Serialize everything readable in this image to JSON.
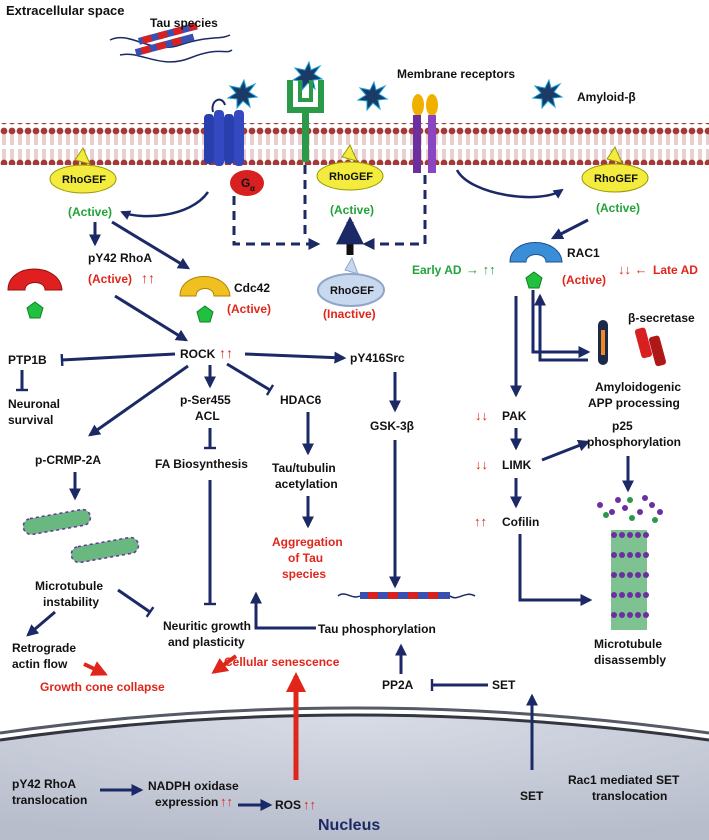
{
  "header": {
    "title": "Extracellular space"
  },
  "membrane": {
    "tau_species": "Tau species",
    "receptors": "Membrane receptors",
    "amyloid": "Amyloid-β",
    "g_alpha": "G",
    "g_alpha_sub": "α"
  },
  "rhogef": {
    "label": "RhoGEF",
    "active": "(Active)",
    "inactive": "(Inactive)"
  },
  "left": {
    "rhoa": "pY42 RhoA",
    "rhoa_state": "(Active)",
    "cdc42": "Cdc42",
    "cdc42_state": "(Active)",
    "rock": "ROCK",
    "ptp1b": "PTP1B",
    "neuronal": "Neuronal",
    "survival": "survival",
    "crmp": "p-CRMP-2A",
    "pser_1": "p-Ser455",
    "pser_2": "ACL",
    "fa": "FA Biosynthesis",
    "mt_instab_1": "Microtubule",
    "mt_instab_2": "instability",
    "retro_1": "Retrograde",
    "retro_2": "actin flow",
    "neuritic_1": "Neuritic growth",
    "neuritic_2": "and plasticity",
    "growth_cone": "Growth cone collapse"
  },
  "middle": {
    "hdac6": "HDAC6",
    "tau_acet_1": "Tau/tubulin",
    "tau_acet_2": "acetylation",
    "agg_1": "Aggregation",
    "agg_2": "of Tau",
    "agg_3": "species",
    "pysrc": "pY416Src",
    "gsk": "GSK-3β",
    "tau_phos": "Tau phosphorylation",
    "senescence": "Cellular senescence",
    "pp2a": "PP2A",
    "set": "SET"
  },
  "right": {
    "rac1": "RAC1",
    "rac1_state": "(Active)",
    "early_ad": "Early AD",
    "late_ad": "Late AD",
    "bsec": "β-secretase",
    "amyloidogenic_1": "Amyloidogenic",
    "amyloidogenic_2": "APP processing",
    "pak": "PAK",
    "limk": "LIMK",
    "p25_1": "p25",
    "p25_2": "phosphorylation",
    "cofilin": "Cofilin",
    "mt_dis_1": "Microtubule",
    "mt_dis_2": "disassembly"
  },
  "nucleus": {
    "label": "Nucleus",
    "rhoa_tr_1": "pY42 RhoA",
    "rhoa_tr_2": "translocation",
    "nadph_1": "NADPH oxidase",
    "nadph_2": "expression",
    "ros": "ROS",
    "set": "SET",
    "rac_set_1": "Rac1 mediated SET",
    "rac_set_2": "translocation"
  },
  "colors": {
    "arrow": "#1b2a66",
    "red_text": "#e0261b",
    "green_text": "#22a33a",
    "membrane": "#8b2a2a",
    "nucleus_fill": "#c8ccd8"
  }
}
